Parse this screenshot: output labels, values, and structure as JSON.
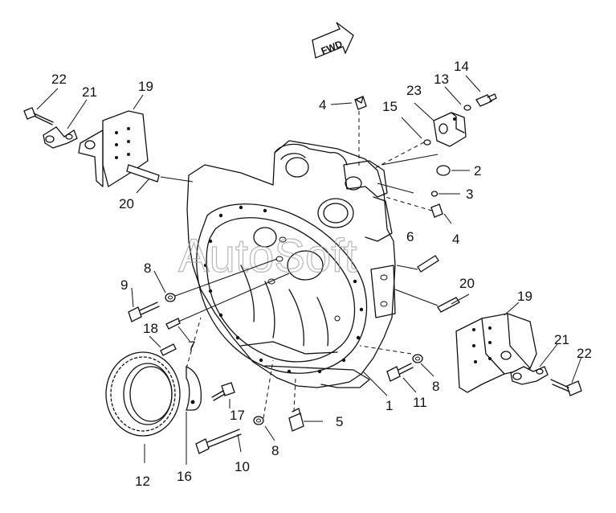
{
  "diagram": {
    "direction_label": "FWD",
    "watermark": "AutoSoft",
    "callouts": {
      "c1": "1",
      "c2": "2",
      "c3": "3",
      "c4a": "4",
      "c4b": "4",
      "c5": "5",
      "c6": "6",
      "c7": "7",
      "c8a": "8",
      "c8b": "8",
      "c8c": "8",
      "c9": "9",
      "c10": "10",
      "c11": "11",
      "c12": "12",
      "c13": "13",
      "c14": "14",
      "c15": "15",
      "c16": "16",
      "c17": "17",
      "c18": "18",
      "c19a": "19",
      "c19b": "19",
      "c20a": "20",
      "c20b": "20",
      "c21a": "21",
      "c21b": "21",
      "c22a": "22",
      "c22b": "22",
      "c23": "23"
    }
  }
}
